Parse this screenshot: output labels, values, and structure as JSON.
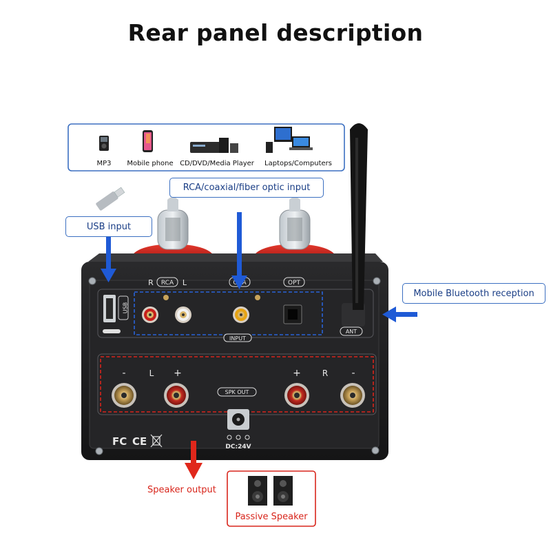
{
  "title": "Rear panel description",
  "devices": [
    "MP3",
    "Mobile phone",
    "CD/DVD/Media Player",
    "Laptops/Computers"
  ],
  "callouts": {
    "input": "RCA/coaxial/fiber optic input",
    "usb": "USB input",
    "bluetooth": "Mobile Bluetooth reception",
    "speaker_output": "Speaker output",
    "passive_speaker": "Passive Speaker"
  },
  "panel": {
    "rca_r": "R",
    "rca": "RCA",
    "rca_l": "L",
    "coa": "COA",
    "opt": "OPT",
    "usb": "USB",
    "input": "INPUT",
    "ant": "ANT",
    "spk_minus_left": "-",
    "spk_l": "L",
    "spk_plus_left": "+",
    "spk_plus_right": "+",
    "spk_r": "R",
    "spk_minus_right": "-",
    "spk_out": "SPK OUT",
    "dc": "DC:24V",
    "cert_fc": "FC",
    "cert_ce": "CE"
  },
  "colors": {
    "callout_blue": "#3b6fc1",
    "arrow_blue": "#1f5ad6",
    "arrow_red": "#e0271b",
    "tube_red": "#d32020"
  }
}
